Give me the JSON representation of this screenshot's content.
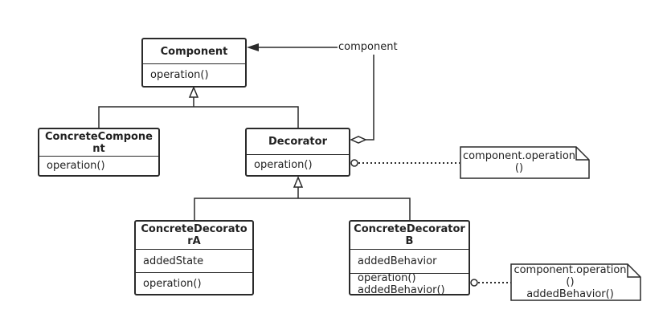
{
  "classes": {
    "component": {
      "name": "Component",
      "ops": "operation()"
    },
    "concrete_component": {
      "name": "ConcreteComponent",
      "ops": "operation()"
    },
    "decorator": {
      "name": "Decorator",
      "ops": "operation()"
    },
    "concrete_decorator_a": {
      "name": "ConcreteDecoratorA",
      "attrs": "addedState",
      "ops": "operation()"
    },
    "concrete_decorator_b": {
      "name": "ConcreteDecoratorB",
      "attrs": "addedBehavior",
      "ops": [
        "operation()",
        "addedBehavior()"
      ]
    }
  },
  "association_label": "component",
  "notes": {
    "decorator_note": [
      "component.operation",
      "()"
    ],
    "decorator_b_note": [
      "component.operation",
      "()",
      "addedBehavior()"
    ]
  }
}
